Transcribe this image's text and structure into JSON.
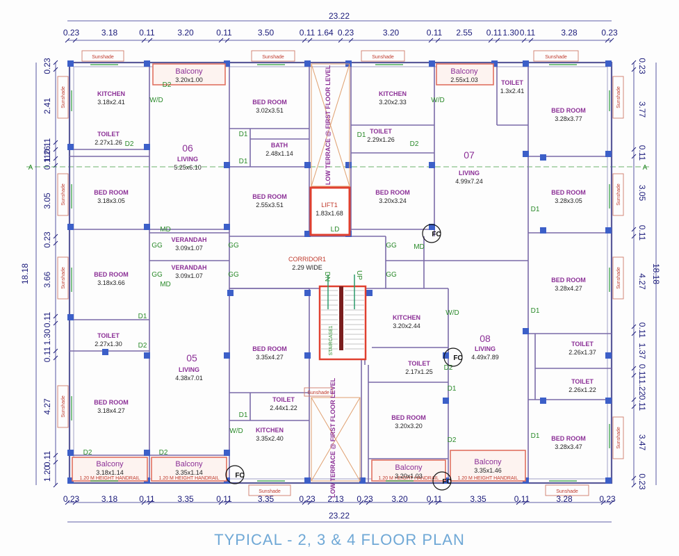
{
  "caption": "TYPICAL - 2, 3 & 4 FLOOR PLAN",
  "overall": {
    "width": "23.22",
    "height": "18.18"
  },
  "top_dims": [
    "0.23",
    "3.18",
    "0.11",
    "3.20",
    "0.11",
    "3.50",
    "0.11",
    "1.64",
    "0.23",
    "3.20",
    "0.11",
    "2.55",
    "0.11",
    "1.30",
    "0.11",
    "3.28",
    "0.23"
  ],
  "bottom_dims": [
    "0.23",
    "3.18",
    "0.11",
    "3.35",
    "0.11",
    "3.35",
    "0.23",
    "2.13",
    "0.23",
    "3.20",
    "0.11",
    "3.35",
    "0.11",
    "3.28",
    "0.23"
  ],
  "left_dims": [
    "0.23",
    "2.41",
    "0.11",
    "1.26",
    "0.11",
    "3.05",
    "0.23",
    "3.66",
    "0.11",
    "1.30",
    "0.11",
    "4.27",
    "0.11",
    "1.20"
  ],
  "right_dims": [
    "0.23",
    "3.77",
    "0.11",
    "3.05",
    "0.11",
    "4.27",
    "0.11",
    "1.37",
    "0.11",
    "1.22",
    "0.11",
    "3.47",
    "0.23"
  ],
  "units": {
    "u05": "05",
    "u06": "06",
    "u07": "07",
    "u08": "08"
  },
  "rooms": {
    "balc6": {
      "name": "Balcony",
      "size": "3.20x1.00"
    },
    "kit6": {
      "name": "KITCHEN",
      "size": "3.18x2.41"
    },
    "bed6a": {
      "name": "BED ROOM",
      "size": "3.02x3.51"
    },
    "bath6": {
      "name": "BATH",
      "size": "2.48x1.14"
    },
    "toi6": {
      "name": "TOILET",
      "size": "2.27x1.26"
    },
    "liv6": {
      "name": "LIVING",
      "size": "5.25x6.10"
    },
    "bed6b": {
      "name": "BED ROOM",
      "size": "3.18x3.05"
    },
    "bed6c": {
      "name": "BED ROOM",
      "size": "2.55x3.51"
    },
    "ver6": {
      "name": "VERANDAH",
      "size": "3.09x1.07"
    },
    "ver5": {
      "name": "VERANDAH",
      "size": "3.09x1.07"
    },
    "lift": {
      "name": "LIFT1",
      "size": "1.83x1.68"
    },
    "corr": {
      "name": "CORRIDOR1",
      "size": "2.29 WIDE"
    },
    "balc7": {
      "name": "Balcony",
      "size": "2.55x1.03"
    },
    "kit7": {
      "name": "KITCHEN",
      "size": "3.20x2.33"
    },
    "toi7a": {
      "name": "TOILET",
      "size": "2.29x1.26"
    },
    "toi7b": {
      "name": "TOILET",
      "size": "1.3x2.41"
    },
    "bed7a": {
      "name": "BED ROOM",
      "size": "3.28x3.77"
    },
    "liv7": {
      "name": "LIVING",
      "size": "4.99x7.24"
    },
    "bed7b": {
      "name": "BED ROOM",
      "size": "3.20x3.24"
    },
    "bed7c": {
      "name": "BED ROOM",
      "size": "3.28x3.05"
    },
    "bed5a": {
      "name": "BED ROOM",
      "size": "3.18x3.66"
    },
    "toi5a": {
      "name": "TOILET",
      "size": "2.27x1.30"
    },
    "liv5": {
      "name": "LIVING",
      "size": "4.38x7.01"
    },
    "bed5b": {
      "name": "BED ROOM",
      "size": "3.35x4.27"
    },
    "bed5c": {
      "name": "BED ROOM",
      "size": "3.18x4.27"
    },
    "toi5b": {
      "name": "TOILET",
      "size": "2.44x1.22"
    },
    "kit5": {
      "name": "KITCHEN",
      "size": "3.35x2.40"
    },
    "balc5a": {
      "name": "Balcony",
      "size": "3.18x1.14"
    },
    "balc5b": {
      "name": "Balcony",
      "size": "3.35x1.14"
    },
    "kit8": {
      "name": "KITCHEN",
      "size": "3.20x2.44"
    },
    "toi8a": {
      "name": "TOILET",
      "size": "2.17x1.25"
    },
    "liv8": {
      "name": "LIVING",
      "size": "4.49x7.89"
    },
    "bed8a": {
      "name": "BED ROOM",
      "size": "3.28x4.27"
    },
    "toi8b": {
      "name": "TOILET",
      "size": "2.26x1.37"
    },
    "toi8c": {
      "name": "TOILET",
      "size": "2.26x1.22"
    },
    "bed8b": {
      "name": "BED ROOM",
      "size": "3.20x3.20"
    },
    "bed8c": {
      "name": "BED ROOM",
      "size": "3.28x3.47"
    },
    "balc8a": {
      "name": "Balcony",
      "size": "3.20x1.03"
    },
    "balc8b": {
      "name": "Balcony",
      "size": "3.35x1.46"
    }
  },
  "labels": {
    "sunshade": "Sunshade",
    "low_terrace": "LOW TERRACE @ FIRST FLOOR LEVEL",
    "staircase": "STAIRCASE1",
    "up": "UP",
    "dn": "DN",
    "fc": "FC",
    "axis_a": "A",
    "handrail": "1.20 M HEIGHT HANDRAIL",
    "gg": "GG",
    "md": "MD",
    "ld": "LD",
    "d1": "D1",
    "d2": "D2",
    "wd": "W/D"
  }
}
